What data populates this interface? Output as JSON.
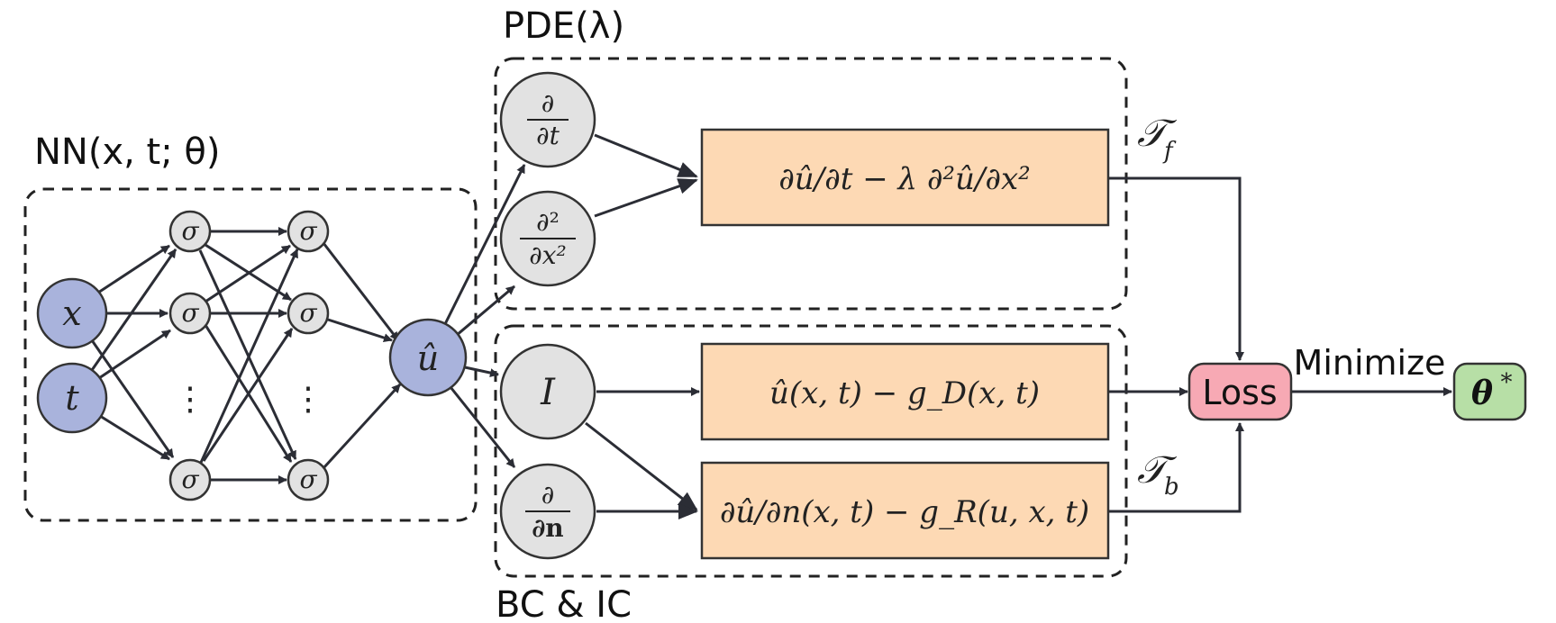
{
  "groups": {
    "nn": "NN(x, t; θ)",
    "pde": "PDE(λ)",
    "bc": "BC & IC"
  },
  "inputs": {
    "x": "x",
    "t": "t"
  },
  "hidden": {
    "sigma": "σ",
    "dots": "⋮"
  },
  "output": "û",
  "operators": {
    "dt_num": "∂",
    "dt_den": "∂t",
    "dxx_num": "∂²",
    "dxx_den": "∂x²",
    "identity": "I",
    "dn_num": "∂",
    "dn_den": "∂n"
  },
  "residuals": {
    "pde": "∂û/∂t − λ ∂²û/∂x²",
    "dirichlet": "û(x, t) − g_D(x, t)",
    "robin": "∂û/∂n(x, t) − g_R(u, x, t)"
  },
  "sets": {
    "tf": "𝒯",
    "tf_sub": "f",
    "tb": "𝒯",
    "tb_sub": "b"
  },
  "loss": "Loss",
  "minimize": "Minimize",
  "result": "θ",
  "result_sup": "*",
  "colors": {
    "input_node": "#a9b3dc",
    "hidden_node": "#e2e2e2",
    "residual_box": "#fdd9b4",
    "loss_box": "#f7a9b4",
    "result_box": "#b7dfa6",
    "edge": "#2b2d35"
  }
}
